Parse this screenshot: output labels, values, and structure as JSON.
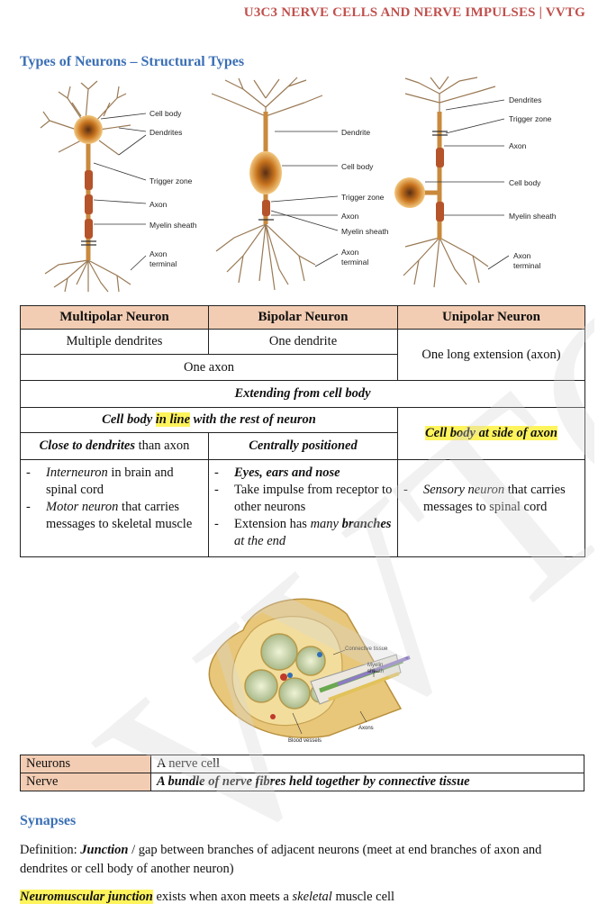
{
  "header": "U3C3 NERVE CELLS AND NERVE IMPULSES | VVTG",
  "watermark": "VVTG",
  "section1_title": "Types of Neurons – Structural Types",
  "diagram_labels": {
    "cell_body": "Cell body",
    "dendrites": "Dendrites",
    "dendrite": "Dendrite",
    "trigger_zone": "Trigger zone",
    "axon": "Axon",
    "myelin_sheath": "Myelin sheath",
    "axon_terminal_1": "Axon",
    "axon_terminal_2": "terminal"
  },
  "table": {
    "headers": [
      "Multipolar Neuron",
      "Bipolar Neuron",
      "Unipolar Neuron"
    ],
    "multiple_dendrites": "Multiple dendrites",
    "one_dendrite": "One dendrite",
    "one_axon": "One axon",
    "unipolar_extension": "One long extension (axon)",
    "extending": "Extending from cell body",
    "inline_prefix": "Cell body ",
    "inline_hl": "in line",
    "inline_suffix": " with the rest of neuron",
    "side_of_axon": "Cell body at side of axon",
    "close_b": "Close to dendrites",
    "close_rest": " than axon",
    "centrally": "Centrally positioned",
    "multi_list": {
      "i1_em": "Interneuron",
      "i1_rest": " in brain and spinal cord",
      "i2_em": "Motor neuron",
      "i2_rest": " that carries messages to skeletal muscle"
    },
    "bi_list": {
      "i1": "Eyes, ears and nose",
      "i2": "Take impulse from receptor to other neurons",
      "i3_a": "Extension has ",
      "i3_em": "many",
      "i3_b": "branches",
      "i3_c": " at the end"
    },
    "uni_list": {
      "i1_em": "Sensory neuron",
      "i1_rest": " that carries messages to spinal cord"
    }
  },
  "nerve_labels": {
    "connective": "Connective tissue",
    "myelin_1": "Myelin",
    "myelin_2": "sheath",
    "axons": "Axons",
    "blood": "Blood vessels"
  },
  "defs": [
    {
      "term": "Neurons",
      "def": "A nerve cell"
    },
    {
      "term": "Nerve",
      "def": "A bundle of nerve fibres held together by connective tissue"
    }
  ],
  "synapses_title": "Synapses",
  "definition": {
    "prefix": "Definition: ",
    "em": "Junction",
    "rest": " / gap between branches of adjacent neurons (meet at end branches of axon and dendrites or cell body of another neuron)"
  },
  "nmj": {
    "hl": "Neuromuscular junction",
    "a": " exists when axon meets a ",
    "em": "skeletal",
    "b": " muscle cell"
  }
}
